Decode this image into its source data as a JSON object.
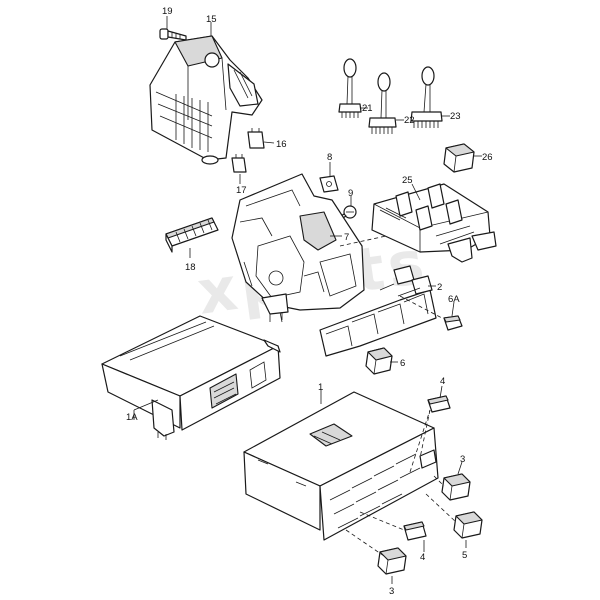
{
  "watermark": "xpelts",
  "callouts": {
    "c19": "19",
    "c15": "15",
    "c21": "21",
    "c22": "22",
    "c23": "23",
    "c16": "16",
    "c17": "17",
    "c8": "8",
    "c9": "9",
    "c26": "26",
    "c25": "25",
    "c7": "7",
    "c18": "18",
    "c2": "2",
    "c6A": "6A",
    "c6": "6",
    "c1A": "1A",
    "c1": "1",
    "c4a": "4",
    "c3a": "3",
    "c5": "5",
    "c4b": "4",
    "c3b": "3"
  }
}
